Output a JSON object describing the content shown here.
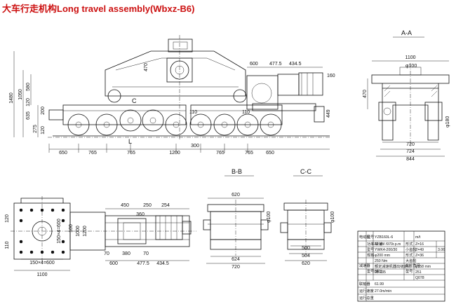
{
  "title": "大车行走机构Long travel assembly(Wbxz-B6)",
  "section_labels": {
    "a": "A-A",
    "b": "B-B",
    "c": "C-C",
    "cut_c": "C",
    "cut_l": "L"
  },
  "elevation": {
    "bottom_dims": [
      "650",
      "765",
      "765",
      "1200",
      "765",
      "765",
      "650"
    ],
    "dim_300": "300",
    "left_dims": [
      "1480",
      "1050",
      "580",
      "120",
      "635",
      "200",
      "275",
      "120"
    ],
    "top_470": "470",
    "right_top": [
      "600",
      "477.5",
      "434.5"
    ],
    "right_side": [
      "160",
      "449"
    ],
    "mid_small": [
      "110",
      "110"
    ]
  },
  "section_a": {
    "dim_1100": "1100",
    "dim_phi100": "φ100",
    "dim_470": "470",
    "dim_720": "720",
    "dim_724": "724",
    "dim_844": "844",
    "dim_phi180": "φ180"
  },
  "plan": {
    "top_dims": [
      "450",
      "250",
      "254",
      "360"
    ],
    "left_dims": [
      "120",
      "100",
      "1000",
      "1200",
      "110"
    ],
    "bolt_pattern": "150×4=600",
    "bottom_small": [
      "70",
      "380",
      "70"
    ],
    "bottom_row": [
      "600",
      "477.5",
      "434.5"
    ],
    "bottom_width": "1100"
  },
  "section_b": {
    "top": "620",
    "phi": "φ100",
    "dim_624": "624",
    "dim_720": "720"
  },
  "section_c": {
    "phi": "φ100",
    "dim_500": "500",
    "dim_504": "504",
    "dim_620": "620"
  },
  "table": {
    "c1": [
      "电动机",
      "",
      "",
      "",
      "减速器",
      "",
      "",
      "",
      "联轴器",
      "运行速度",
      "运行总重"
    ],
    "c2": [
      "型号",
      "功率/转速",
      "型号",
      "规格",
      "",
      "型号/速比",
      "",
      "",
      "",
      "",
      ""
    ],
    "c3": [
      "YZB160L-6",
      "11 kW /970r.p.m",
      "YWK4-200/30",
      "φ200 mm",
      "250 Nm",
      "额定减速机器出级速比",
      "20 235",
      "",
      "61.99",
      "27.0m/min",
      ""
    ],
    "c4": [
      "",
      "形式",
      "",
      "形式",
      "",
      "型号",
      "",
      "",
      "",
      "",
      ""
    ],
    "c5": [
      "m/t",
      "Z=16",
      "Z=49",
      "Z=36",
      "φ558 mm",
      "251",
      "Q078",
      "",
      "",
      "",
      ""
    ],
    "c6": [
      "",
      "3.06",
      "",
      "",
      "",
      "",
      "",
      "",
      "",
      "",
      ""
    ],
    "c4b": [
      "",
      "小齿轮",
      "大齿轮",
      "",
      "车轮直径",
      "",
      "",
      "",
      "",
      "",
      ""
    ]
  }
}
